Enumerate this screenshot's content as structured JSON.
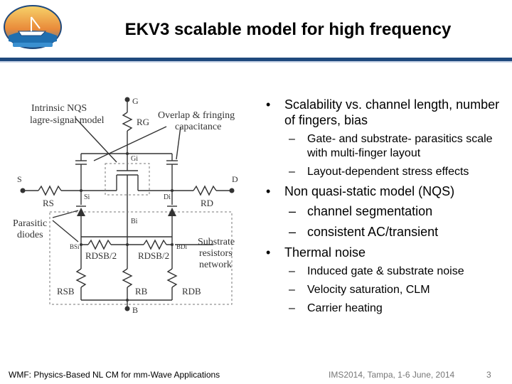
{
  "slide": {
    "title": "EKV3 scalable model for high frequency"
  },
  "logo": {
    "icon": "ims2014-tampa-bay-logo"
  },
  "circuit": {
    "intrinsic_label_1": "Intrinsic NQS",
    "intrinsic_label_2": "lagre-signal model",
    "overlap_label_1": "Overlap & fringing",
    "overlap_label_2": "capacitance",
    "parasitic_label_1": "Parasitic",
    "parasitic_label_2": "diodes",
    "substrate_label_1": "Substrate",
    "substrate_label_2": "resistors",
    "substrate_label_3": "network",
    "node_g": "G",
    "node_gi": "Gi",
    "node_s": "S",
    "node_d": "D",
    "node_si": "Si",
    "node_di": "Di",
    "node_bi": "Bi",
    "node_bsi": "BSi",
    "node_bdi": "BDi",
    "node_b": "B",
    "r_g": "RG",
    "r_s": "RS",
    "r_d": "RD",
    "r_dsb_left": "RDSB/2",
    "r_dsb_right": "RDSB/2",
    "r_sb": "RSB",
    "r_b": "RB",
    "r_db": "RDB"
  },
  "bullets": [
    {
      "text": "Scalability vs. channel length, number of fingers, bias",
      "subs": [
        "Gate- and substrate- parasitics scale with multi-finger layout",
        "Layout-dependent stress effects"
      ]
    },
    {
      "text": "Non quasi-static model (NQS)",
      "subs": [
        "channel segmentation",
        "consistent AC/transient"
      ]
    },
    {
      "text": "Thermal noise",
      "subs": [
        "Induced gate & substrate noise",
        "Velocity saturation, CLM",
        "Carrier heating"
      ]
    }
  ],
  "markers": {
    "bullet": "•",
    "dash": "–"
  },
  "footer": {
    "left": "WMF: Physics-Based NL CM for mm-Wave Applications",
    "center": "IMS2014, Tampa, 1-6 June, 2014",
    "page": "3"
  },
  "colors": {
    "title_rule": "#1f497d",
    "circuit": "#333333",
    "dashed_box": "#777777"
  }
}
